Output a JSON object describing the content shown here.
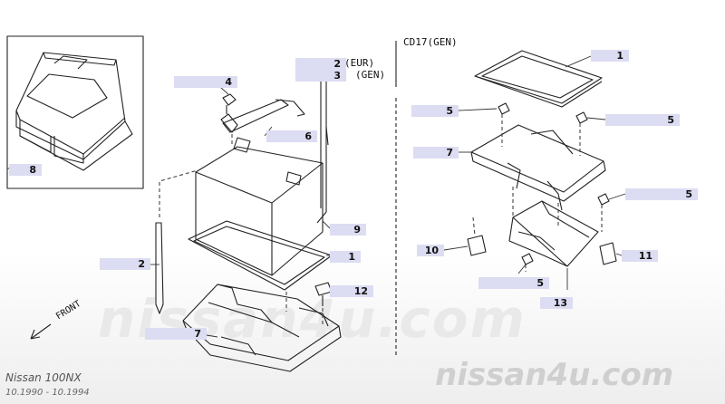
{
  "labels": {
    "c1a": "1",
    "c1b": "1",
    "c2a": "2",
    "c2b": "2",
    "c3": "3",
    "c4": "4",
    "c5a": "5",
    "c5b": "5",
    "c5c": "5",
    "c5d": "5",
    "c6": "6",
    "c7a": "7",
    "c7b": "7",
    "c8": "8",
    "c9": "9",
    "c10": "10",
    "c11": "11",
    "c12": "12",
    "c13": "13"
  },
  "text": {
    "eur": "(EUR)",
    "gen": "(GEN)",
    "cd17": "CD17(GEN)",
    "front": "FRONT"
  },
  "watermark": {
    "big": "nissan4u.com",
    "small": "nissan4u.com"
  },
  "footer": {
    "model": "Nissan 100NX",
    "years": "10.1990 - 10.1994"
  }
}
